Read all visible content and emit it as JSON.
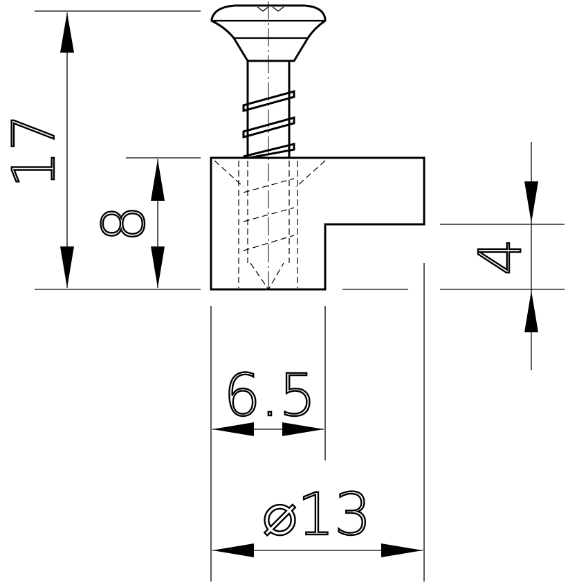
{
  "dimensions": {
    "overall_height": "17",
    "body_height": "8",
    "ledge_height": "4",
    "offset_width": "6.5",
    "diameter": "⌀13"
  },
  "colors": {
    "line": "#000000",
    "background": "#ffffff"
  }
}
